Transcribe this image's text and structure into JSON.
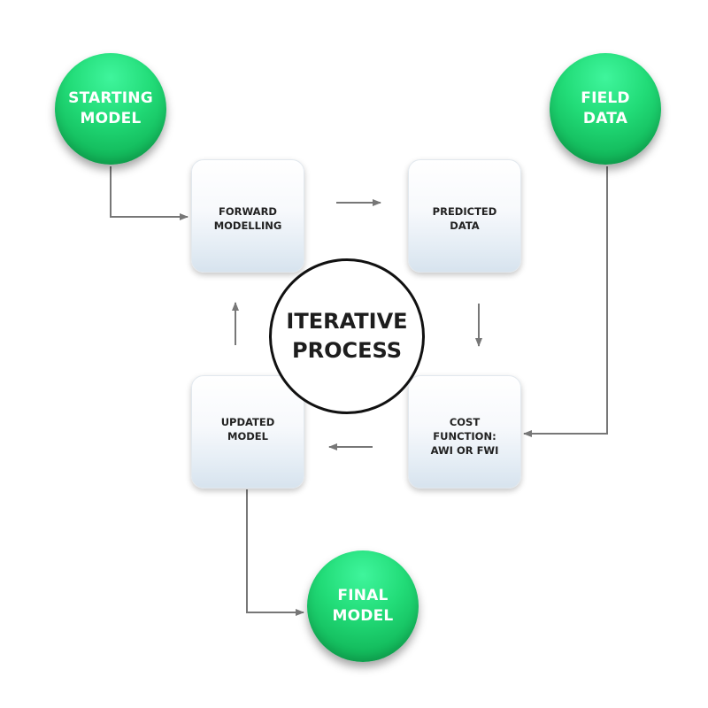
{
  "diagram": {
    "center": {
      "line1": "ITERATIVE",
      "line2": "PROCESS"
    },
    "inputs": {
      "starting_model": {
        "line1": "STARTING",
        "line2": "MODEL"
      },
      "field_data": {
        "line1": "FIELD",
        "line2": "DATA"
      }
    },
    "output": {
      "final_model": {
        "line1": "FINAL",
        "line2": "MODEL"
      }
    },
    "steps": {
      "forward_modelling": {
        "line1": "FORWARD",
        "line2": "MODELLING"
      },
      "predicted_data": {
        "line1": "PREDICTED",
        "line2": "DATA"
      },
      "cost_function": {
        "line1": "COST",
        "line2": "FUNCTION:",
        "line3": "AWI OR FWI"
      },
      "updated_model": {
        "line1": "UPDATED",
        "line2": "MODEL"
      }
    },
    "colors": {
      "node_green": "#22dc78",
      "arrow_gray": "#777777",
      "hub_border": "#111111"
    }
  }
}
